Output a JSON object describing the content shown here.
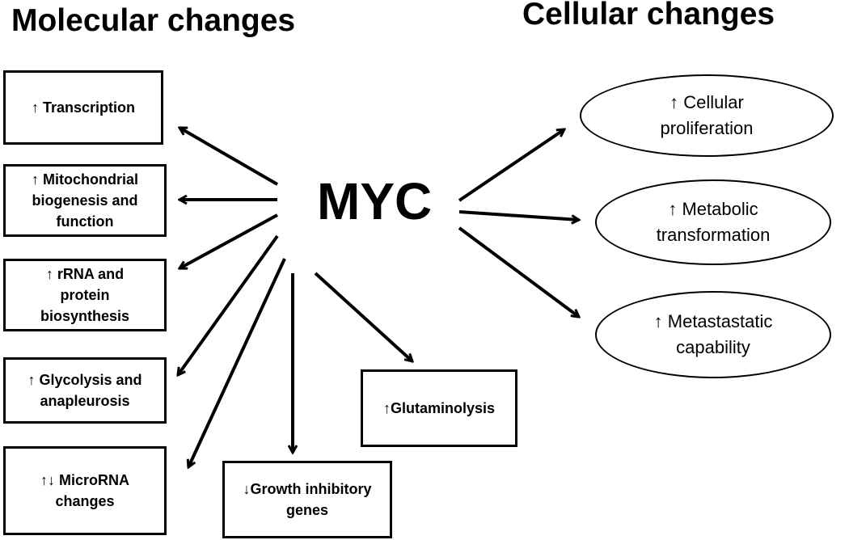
{
  "headings": {
    "molecular": "Molecular changes",
    "cellular": "Cellular changes"
  },
  "center": "MYC",
  "molecular": [
    {
      "label": "↑ Transcription"
    },
    {
      "label": "↑ Mitochondrial\nbiogenesis and\nfunction"
    },
    {
      "label": "↑ rRNA and\nprotein\nbiosynthesis"
    },
    {
      "label": "↑ Glycolysis and\nanapleurosis"
    },
    {
      "label": "↑↓ MicroRNA\nchanges"
    },
    {
      "label": "↓Growth inhibitory\ngenes"
    },
    {
      "label": "↑Glutaminolysis"
    }
  ],
  "cellular": [
    {
      "label": "↑ Cellular\nproliferation"
    },
    {
      "label": "↑ Metabolic\ntransformation"
    },
    {
      "label": "↑ Metastastatic\ncapability"
    }
  ]
}
